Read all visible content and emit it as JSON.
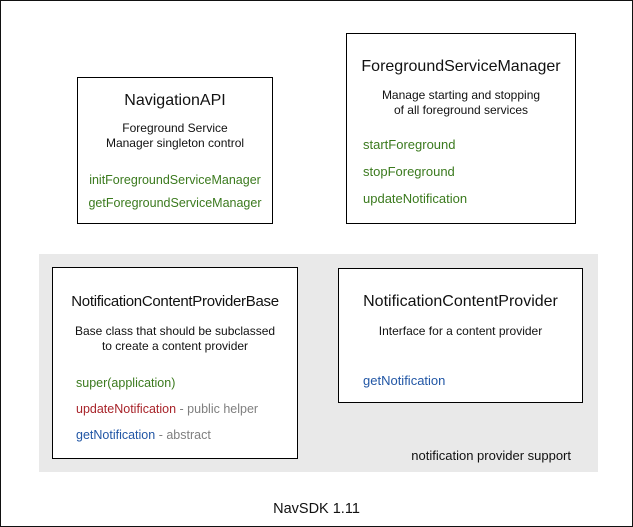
{
  "caption": "NavSDK 1.11",
  "group": {
    "label": "notification provider support",
    "background": "#e9e9e9"
  },
  "colors": {
    "method_green": "#3b7a1e",
    "method_red": "#a8242a",
    "method_blue": "#2156a5",
    "annotation_gray": "#7f7f7f",
    "box_border": "#000000"
  },
  "boxes": [
    {
      "title": "NavigationAPI",
      "description": [
        "Foreground Service",
        "Manager singleton control"
      ],
      "methods": [
        {
          "label": "initForegroundServiceManager",
          "color": "green"
        },
        {
          "label": "getForegroundServiceManager",
          "color": "green"
        }
      ]
    },
    {
      "title": "ForegroundServiceManager",
      "description": [
        "Manage starting and stopping",
        "of all foreground services"
      ],
      "methods": [
        {
          "label": "startForeground",
          "color": "green"
        },
        {
          "label": "stopForeground",
          "color": "green"
        },
        {
          "label": "updateNotification",
          "color": "green"
        }
      ]
    },
    {
      "title": "NotificationContentProviderBase",
      "description": [
        "Base class that should be subclassed",
        "to create a content provider"
      ],
      "methods": [
        {
          "label": "super(application)",
          "color": "green"
        },
        {
          "label": "updateNotification",
          "color": "red",
          "suffix": " - public helper"
        },
        {
          "label": "getNotification",
          "color": "blue",
          "suffix": " - abstract"
        }
      ]
    },
    {
      "title": "NotificationContentProvider",
      "description": [
        "Interface for a content provider"
      ],
      "methods": [
        {
          "label": "getNotification",
          "color": "blue"
        }
      ]
    }
  ]
}
